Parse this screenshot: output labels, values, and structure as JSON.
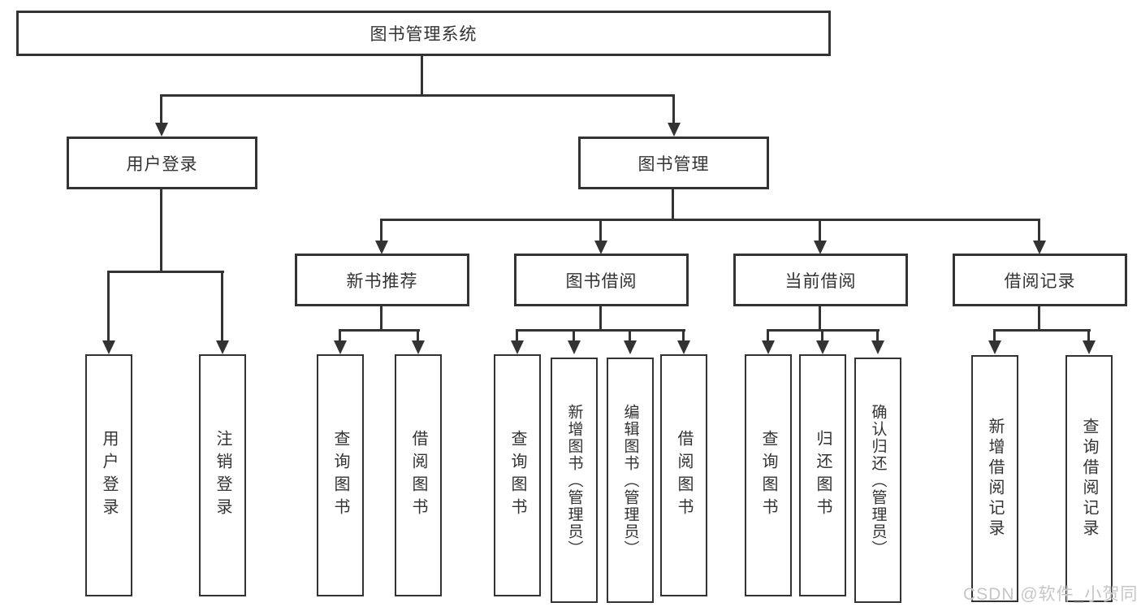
{
  "tree": {
    "root": {
      "label": "图书管理系统"
    },
    "branches": [
      {
        "label": "用户登录",
        "children": [
          {
            "label": "用户登录"
          },
          {
            "label": "注销登录"
          }
        ]
      },
      {
        "label": "图书管理",
        "children": [
          {
            "label": "新书推荐",
            "children": [
              {
                "label": "查询图书"
              },
              {
                "label": "借阅图书"
              }
            ]
          },
          {
            "label": "图书借阅",
            "children": [
              {
                "label": "查询图书"
              },
              {
                "label": "新增图书（管理员）"
              },
              {
                "label": "编辑图书（管理员）"
              },
              {
                "label": "借阅图书"
              }
            ]
          },
          {
            "label": "当前借阅",
            "children": [
              {
                "label": "查询图书"
              },
              {
                "label": "归还图书"
              },
              {
                "label": "确认归还（管理员）"
              }
            ]
          },
          {
            "label": "借阅记录",
            "children": [
              {
                "label": "新增借阅记录"
              },
              {
                "label": "查询借阅记录"
              }
            ]
          }
        ]
      }
    ]
  },
  "watermark": {
    "text": "CSDN @软件_小贺同学"
  },
  "colors": {
    "line": "#333333",
    "text": "#333333",
    "background": "#ffffff",
    "watermark": "#c6c6c6"
  }
}
